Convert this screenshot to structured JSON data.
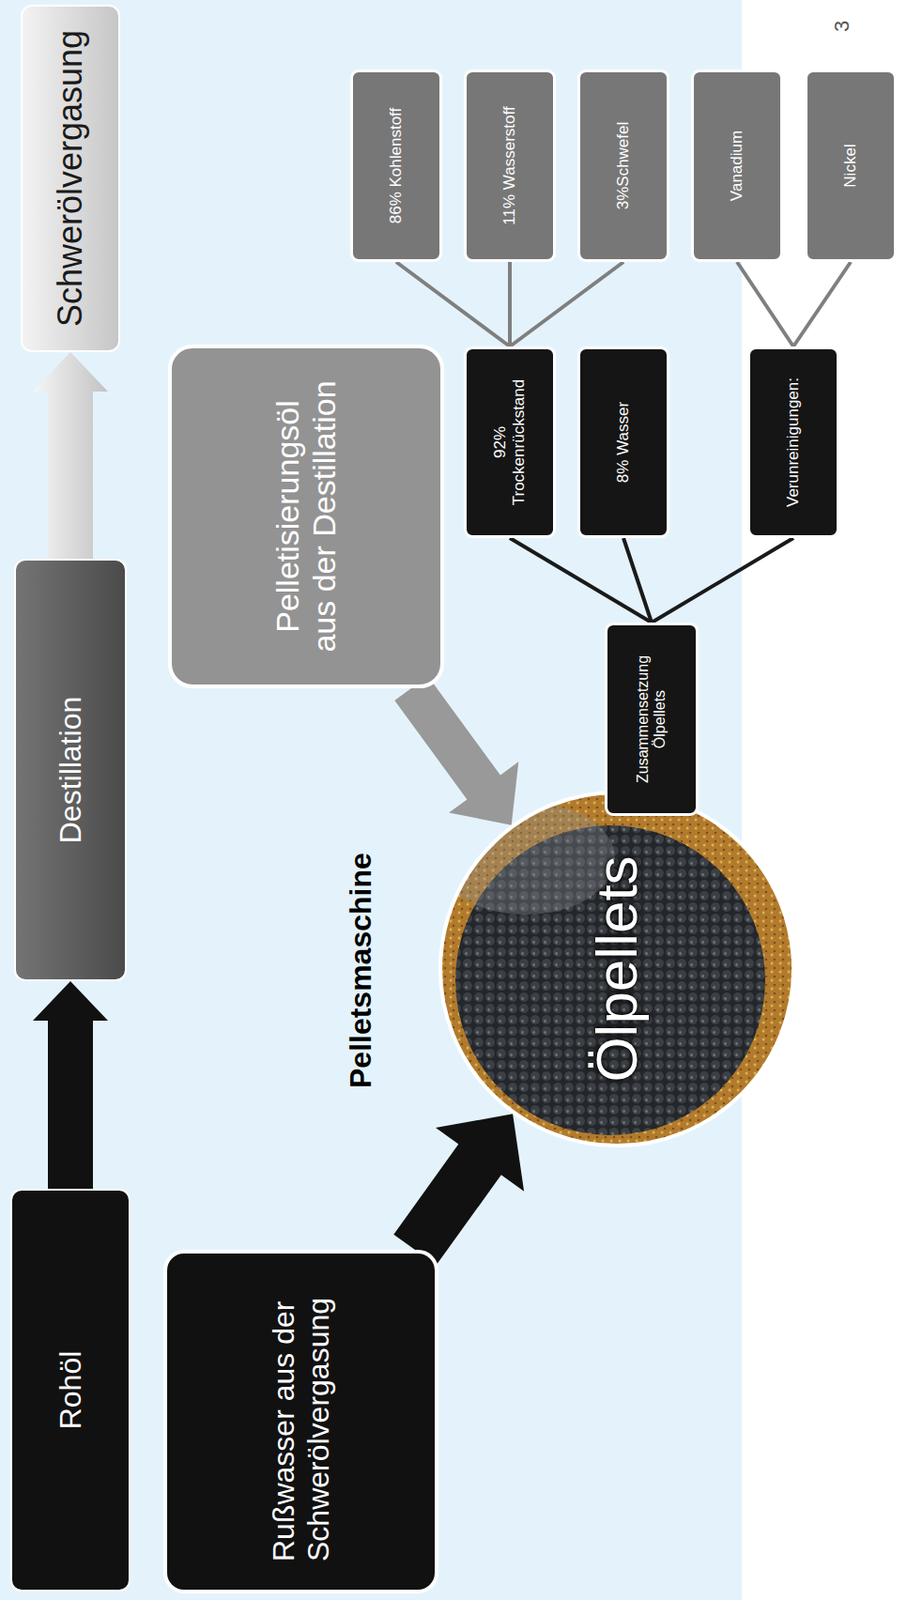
{
  "diagram": {
    "nodes": [
      {
        "text": [
          "Rohöl"
        ]
      },
      {
        "text": [
          "Destillation"
        ]
      },
      {
        "text": [
          "Schwerölvergasung"
        ]
      },
      {
        "text": [
          "Rußwasser aus der Schwerölvergasung"
        ]
      },
      {
        "text": [
          "Pelletisierungsöl aus der Destillation"
        ]
      },
      {
        "text": [
          "Ölpellets"
        ]
      },
      {
        "text": [
          "Zusammensetzung Ölpellets"
        ]
      },
      {
        "text": [
          "92% Trockenrückstand"
        ]
      },
      {
        "text": [
          "8% Wasser"
        ]
      },
      {
        "text": [
          "Verunreinigungen:"
        ]
      },
      {
        "text": [
          "86% Kohlenstoff"
        ]
      },
      {
        "text": [
          "11% Wasserstoff"
        ]
      },
      {
        "text": [
          "3%Schwefel"
        ]
      },
      {
        "text": [
          "Vanadium"
        ]
      },
      {
        "text": [
          "Nickel"
        ]
      }
    ],
    "edges": [
      {
        "from": 0,
        "to": 1,
        "arrow": "to"
      },
      {
        "from": 1,
        "to": 2,
        "arrow": "to"
      },
      {
        "from": 3,
        "to": 5,
        "arrow": "to"
      },
      {
        "from": 4,
        "to": 5,
        "arrow": "to"
      },
      {
        "from": 6,
        "to": 7,
        "arrow": "none"
      },
      {
        "from": 6,
        "to": 8,
        "arrow": "none"
      },
      {
        "from": 6,
        "to": 9,
        "arrow": "none"
      },
      {
        "from": 7,
        "to": 10,
        "arrow": "none"
      },
      {
        "from": 7,
        "to": 11,
        "arrow": "none"
      },
      {
        "from": 7,
        "to": 12,
        "arrow": "none"
      },
      {
        "from": 9,
        "to": 13,
        "arrow": "none"
      },
      {
        "from": 9,
        "to": 14,
        "arrow": "none"
      }
    ],
    "labels": [
      "Pelletsmaschine",
      "3"
    ]
  }
}
